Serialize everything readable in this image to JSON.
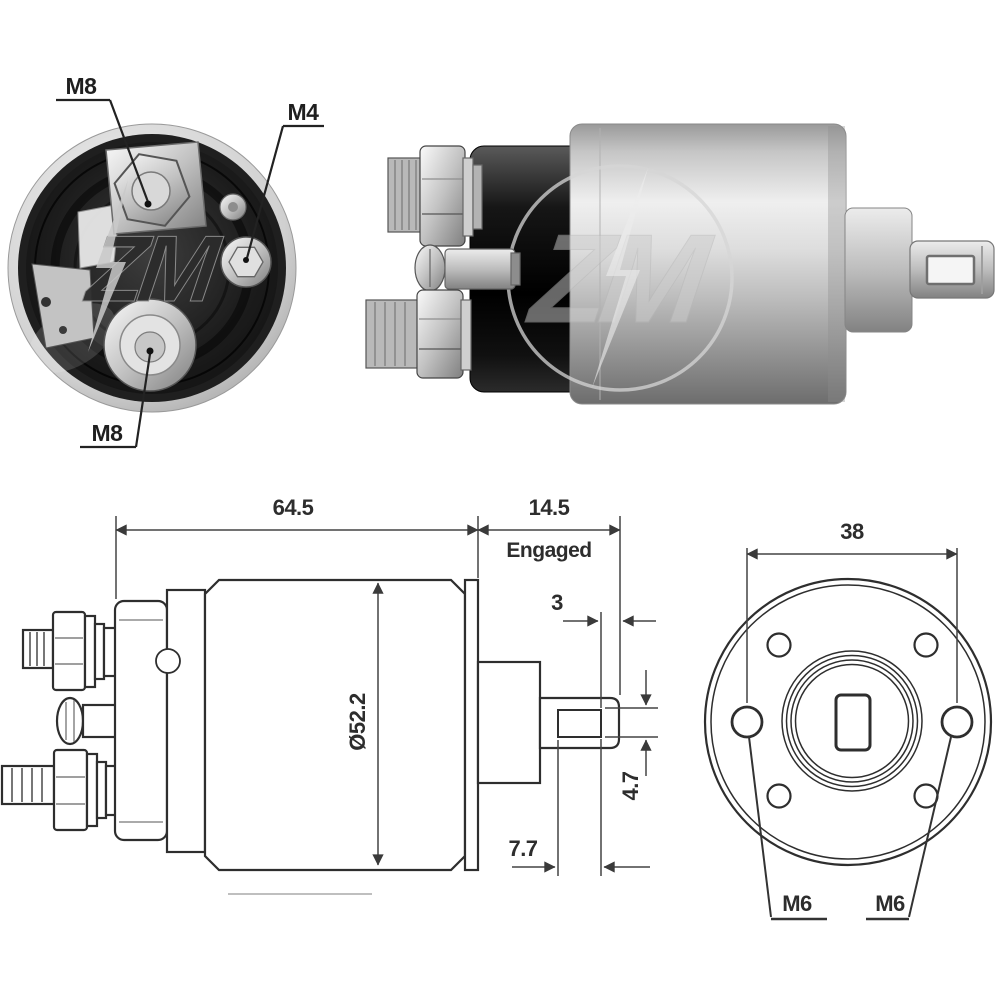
{
  "brand": {
    "watermark_text": "ZM"
  },
  "end_view": {
    "label_terminal_top": "M8",
    "label_terminal_side": "M4",
    "label_terminal_bottom": "M8"
  },
  "side_drawing": {
    "dim_body_length": "64.5",
    "dim_plunger_travel": "14.5",
    "label_engaged": "Engaged",
    "dim_body_diameter": "Ø52.2",
    "dim_slot_end_offset": "3",
    "dim_slot_height": "4.7",
    "dim_slot_length": "7.7"
  },
  "front_drawing": {
    "dim_mount_hole_spacing": "38",
    "label_mount_hole_left": "M6",
    "label_mount_hole_right": "M6"
  },
  "colors": {
    "line": "#2e2e2e",
    "dim_line": "#444444",
    "text": "#2d2d2d",
    "cap_black": "#0a0a0a",
    "metal_light": "#efefef",
    "metal_dark": "#6d6d6d"
  }
}
